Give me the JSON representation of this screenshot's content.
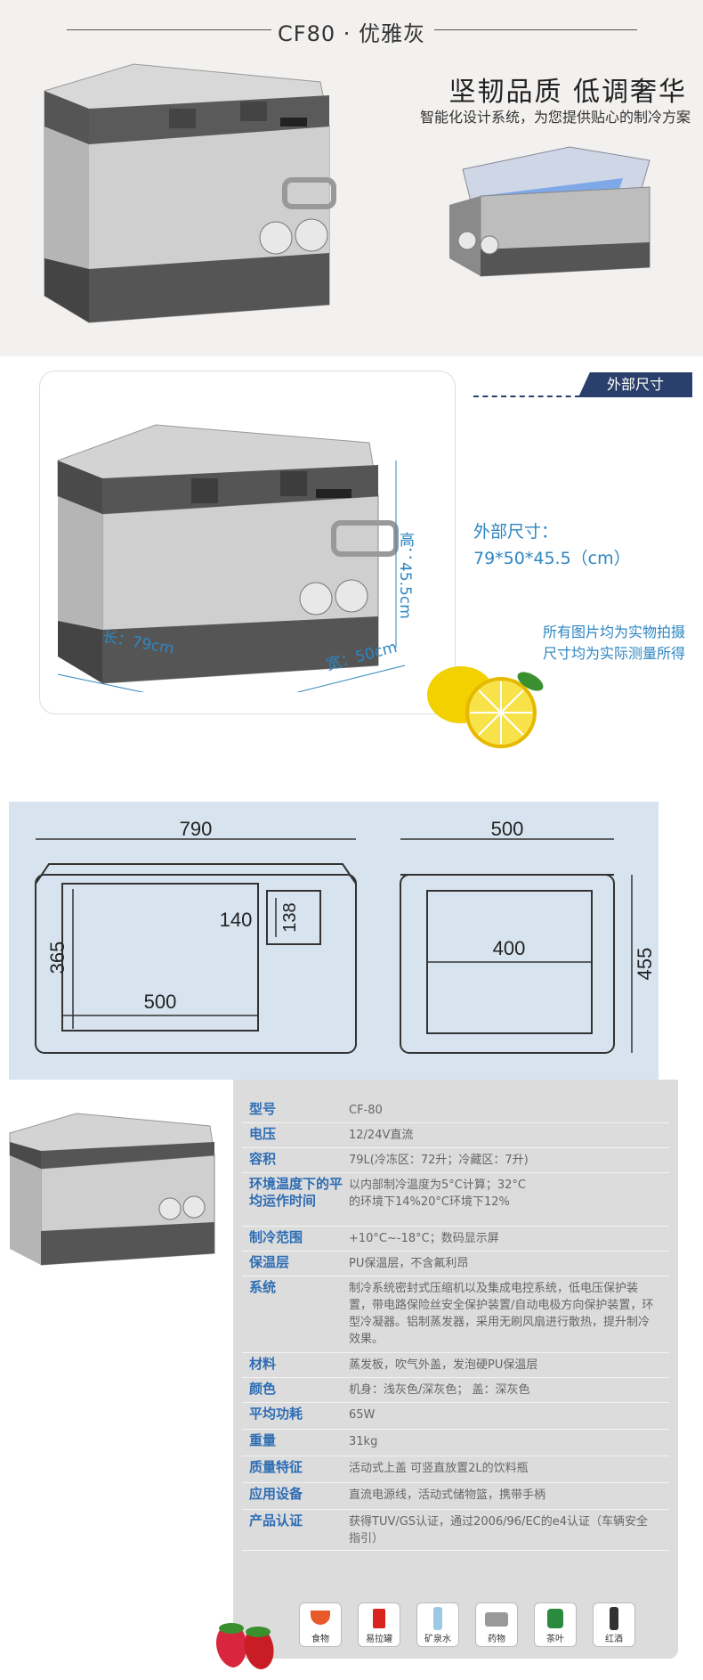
{
  "header": {
    "title": "CF80 · 优雅灰",
    "slogan": "坚韧品质  低调奢华",
    "subtitle": "智能化设计系统，为您提供贴心的制冷方案"
  },
  "external": {
    "badge": "外部尺寸",
    "height_label": "高：45.5cm",
    "length_label": "长：79cm",
    "width_label": "宽：50cm",
    "size_title": "外部尺寸：",
    "size_value": "79*50*45.5（cm）",
    "note_line1": "所有图片均为实物拍摄",
    "note_line2": "尺寸均为实际测量所得"
  },
  "drawing": {
    "left_width": "790",
    "right_width": "500",
    "height_left": "365",
    "inner_width": "500",
    "comp_w": "140",
    "comp_h": "138",
    "right_inner": "400",
    "right_height": "455"
  },
  "specs": [
    {
      "label": "型号",
      "value": "CF-80"
    },
    {
      "label": "电压",
      "value": "12/24V直流"
    },
    {
      "label": "容积",
      "value": "79L(冷冻区：72升；冷藏区：7升)"
    },
    {
      "label": "环境温度下的平均运作时间",
      "value": "以内部制冷温度为5°C计算；32°C的环境下14%20°C环境下12%"
    },
    {
      "label": "制冷范围",
      "value": "+10°C~-18°C；数码显示屏"
    },
    {
      "label": "保温层",
      "value": "PU保温层，不含氟利昂"
    },
    {
      "label": "系统",
      "value": "制冷系统密封式压缩机以及集成电控系统，低电压保护装置，带电路保险丝安全保护装置/自动电极方向保护装置，环型冷凝器。铝制蒸发器，采用无刷风扇进行散热，提升制冷效果。"
    },
    {
      "label": "材料",
      "value": "蒸发板，吹气外盖，发泡硬PU保温层"
    },
    {
      "label": "颜色",
      "value": "机身：浅灰色/深灰色；  盖：深灰色"
    },
    {
      "label": "平均功耗",
      "value": "65W"
    },
    {
      "label": "重量",
      "value": "31kg"
    },
    {
      "label": "质量特征",
      "value": "活动式上盖   可竖直放置2L的饮料瓶"
    },
    {
      "label": "应用设备",
      "value": "直流电源线，活动式储物篮，携带手柄"
    },
    {
      "label": "产品认证",
      "value": "获得TUV/GS认证，通过2006/96/EC的e4认证（车辆安全指引）"
    }
  ],
  "icons": [
    {
      "label": "食物",
      "icon": "food-bowl-icon",
      "color": "#e85a2a"
    },
    {
      "label": "易拉罐",
      "icon": "soda-can-icon",
      "color": "#d9231e"
    },
    {
      "label": "矿泉水",
      "icon": "water-bottle-icon",
      "color": "#9cc9e6"
    },
    {
      "label": "药物",
      "icon": "medicine-icon",
      "color": "#999999"
    },
    {
      "label": "茶叶",
      "icon": "tea-can-icon",
      "color": "#2b8a3e"
    },
    {
      "label": "红酒",
      "icon": "wine-bottle-icon",
      "color": "#333333"
    }
  ]
}
